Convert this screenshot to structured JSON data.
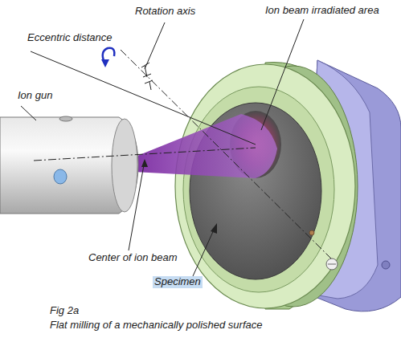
{
  "diagram": {
    "caption": "Flat milling of a mechanically polished surface",
    "labels": [
      "Rotation axis",
      "Ion beam irradiated area",
      "Eccentric distance",
      "Ion gun",
      "Center of ion beam",
      "Specimen",
      "Fig 2a"
    ]
  }
}
